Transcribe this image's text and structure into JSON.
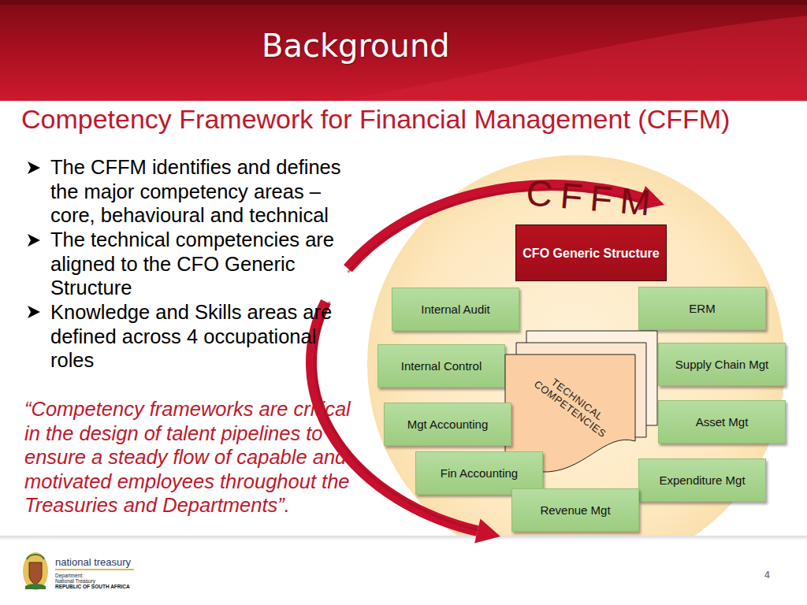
{
  "diagram": {
    "title": "Background",
    "nodes": [
      {
        "text": [
          "CFO Generic Structure"
        ]
      },
      {
        "text": [
          "Internal Audit"
        ]
      },
      {
        "text": [
          "ERM"
        ]
      },
      {
        "text": [
          "Internal Control"
        ]
      },
      {
        "text": [
          "TECHNICAL COMPETENCIES"
        ]
      },
      {
        "text": [
          "Supply Chain Mgt"
        ]
      },
      {
        "text": [
          "Mgt Accounting"
        ]
      },
      {
        "text": [
          "Asset Mgt"
        ]
      },
      {
        "text": [
          "Fin Accounting"
        ]
      },
      {
        "text": [
          "Expenditure Mgt"
        ]
      },
      {
        "text": [
          "Revenue Mgt"
        ]
      }
    ],
    "labels": [
      "Competency Framework for Financial Management (CFFM)",
      "The CFFM identifies and defines the major competency areas – core, behavioural and technical",
      "The technical competencies are aligned to the CFO Generic Structure",
      "Knowledge and Skills areas are defined across 4 occupational roles",
      "“Competency frameworks are critical in the design of talent pipelines to ensure a steady flow of capable and motivated employees throughout the Treasuries and Departments”.",
      "CFFM",
      "national treasury",
      "Department:",
      "National Treasury",
      "REPUBLIC OF SOUTH AFRICA",
      "4"
    ]
  }
}
